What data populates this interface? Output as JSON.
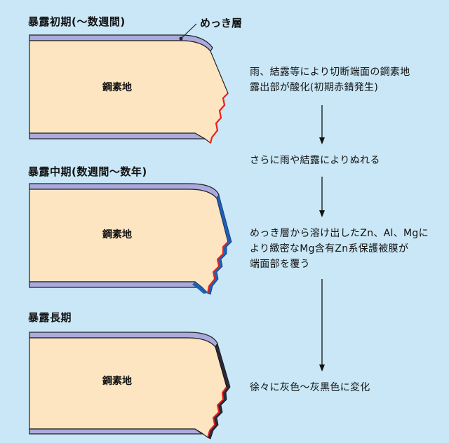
{
  "plating_label": "めっき層",
  "stages": [
    {
      "title": "暴露初期(〜数週間)",
      "steel_label": "鋼素地"
    },
    {
      "title": "暴露中期(数週間〜数年)",
      "steel_label": "鋼素地"
    },
    {
      "title": "暴露長期",
      "steel_label": "鋼素地"
    }
  ],
  "descriptions": [
    "雨、結露等により切断端面の鋼素地\n露出部が酸化(初期赤錆発生)",
    "さらに雨や結露によりぬれる",
    "めっき層から溶け出したZn、Al、Mgに\nより緻密なMg含有Zn系保護被膜が\n端面部を覆う",
    "徐々に灰色〜灰黒色に変化"
  ],
  "colors": {
    "background": "#c9e7f6",
    "steel": "#fce5c0",
    "plating": "#aaaade",
    "rust": "#e8231e",
    "protective_film": "#1f5fb5",
    "outline": "#222222"
  }
}
